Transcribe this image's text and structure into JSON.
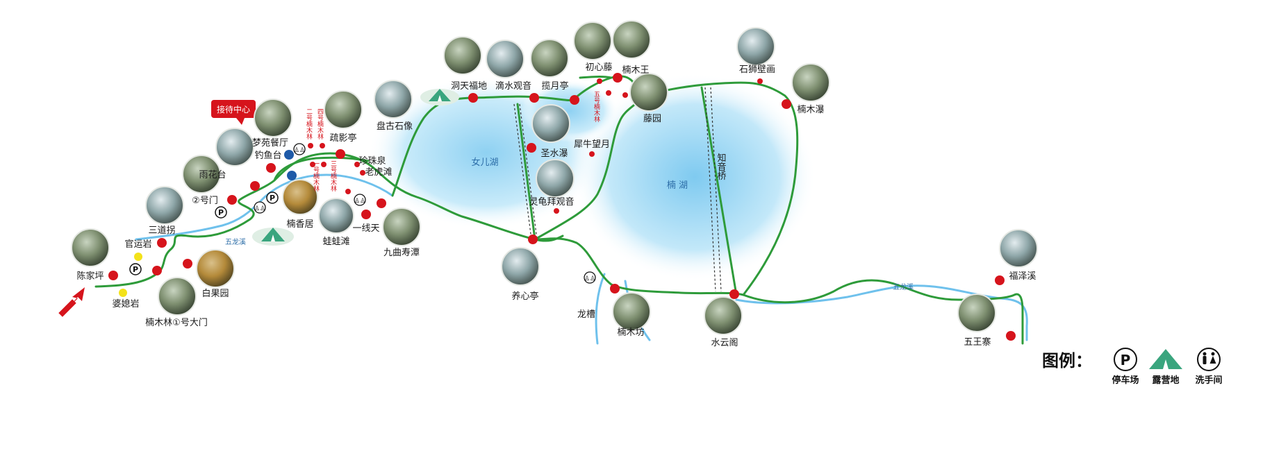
{
  "colors": {
    "route": "#2e9b3a",
    "river": "#6fc1ec",
    "lake": "#a9dcf4",
    "spot": "#d6141c",
    "blue_spot": "#1e5aa8",
    "yellow_spot": "#f3e21a",
    "tent": "#3aa57e",
    "photo_frame": "#9aa59a"
  },
  "lakes": {
    "nuer_lake": "女儿湖",
    "nan_lake": "楠 湖"
  },
  "rivers": {
    "wulong_west": "五龙溪",
    "wulong_east": "五龙溪"
  },
  "bridge": "知音桥",
  "callout": "接待中心",
  "spots": {
    "chenjiaping": "陈家坪",
    "guanyunyan": "官运岩",
    "poxiyan": "婆媳岩",
    "main_gate": "楠木林①号大门",
    "baiguoyuan": "白果园",
    "sandaoguai": "三道拐",
    "gate2": "②号门",
    "yuhuatai": "雨花台",
    "mengyuan": "梦苑餐厅",
    "diaoyutai": "钓鱼台",
    "shuyingting": "疏影亭",
    "nanxiangju": "楠香居",
    "wawatan": "蛙蛙滩",
    "zhenzhuquan": "珍珠泉",
    "laohutan": "老虎滩",
    "yixiantian": "一线天",
    "jiuqu": "九曲寿潭",
    "pangu": "盘古石像",
    "dongtian": "洞天福地",
    "dishui": "滴水观音",
    "lanyueting": "揽月亭",
    "chuxinteng": "初心藤",
    "nanmuwang": "楠木王",
    "tengyuan": "藤园",
    "shengshuipu": "圣水瀑",
    "xiniu": "犀牛望月",
    "lingui": "灵龟拜观音",
    "yangxinting": "养心亭",
    "longcao": "龙槽",
    "nanmufang": "楠木坊",
    "shuiyunge": "水云阁",
    "shishi": "石狮壁画",
    "nanmupu": "楠木瀑",
    "fuzexi": "福泽溪",
    "wuwangzhai": "五王寨"
  },
  "forests": {
    "f1": "一号楠木林",
    "f2": "二号楠木林",
    "f3": "三号楠木林",
    "f4": "四号楠木林",
    "f5": "五号楠木林"
  },
  "legend": {
    "title": "图例：",
    "parking": "停车场",
    "camping": "露营地",
    "restroom": "洗手间",
    "parking_symbol": "P"
  }
}
